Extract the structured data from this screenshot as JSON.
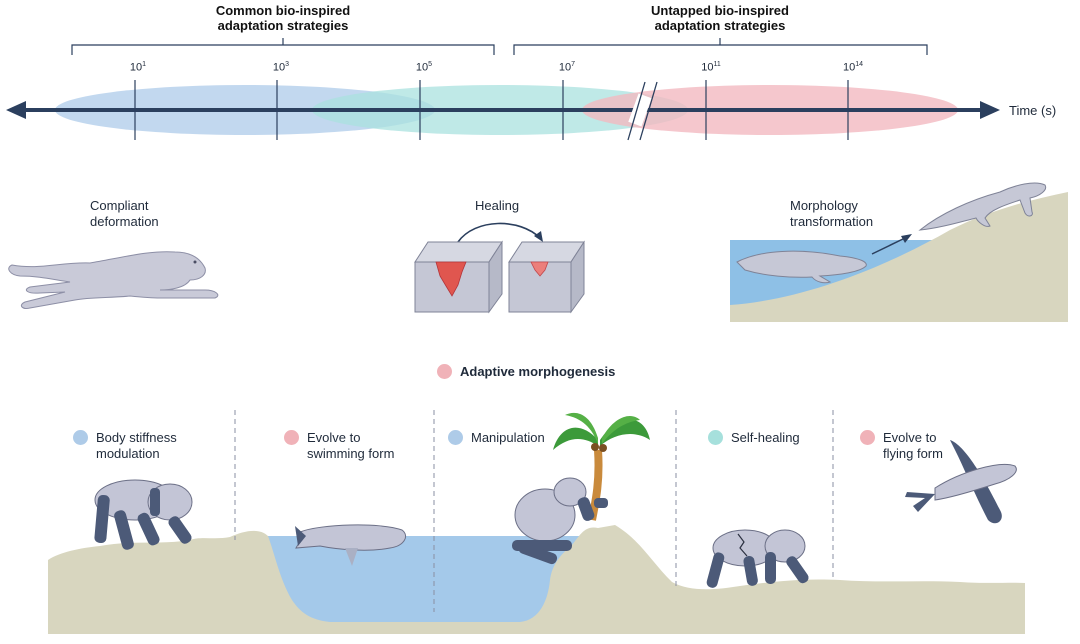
{
  "timeline": {
    "header_left_line1": "Common bio-inspired",
    "header_left_line2": "adaptation strategies",
    "header_right_line1": "Untapped bio-inspired",
    "header_right_line2": "adaptation strategies",
    "axis_label": "Time (s)",
    "ticks": [
      {
        "base": "10",
        "exp": "1"
      },
      {
        "base": "10",
        "exp": "3"
      },
      {
        "base": "10",
        "exp": "5"
      },
      {
        "base": "10",
        "exp": "7"
      },
      {
        "base": "10",
        "exp": "11"
      },
      {
        "base": "10",
        "exp": "14"
      }
    ],
    "colors": {
      "blue": "#b7d1ec",
      "teal": "#a9e2df",
      "pink": "#f3b9c1",
      "axis": "#2b3f5e"
    }
  },
  "examples": {
    "compliant_line1": "Compliant",
    "compliant_line2": "deformation",
    "healing": "Healing",
    "morph_line1": "Morphology",
    "morph_line2": "transformation"
  },
  "legend": {
    "adaptive_morphogenesis": "Adaptive morphogenesis"
  },
  "panels": [
    {
      "line1": "Body stiffness",
      "line2": "modulation",
      "color": "#aecbe8"
    },
    {
      "line1": "Evolve to",
      "line2": "swimming form",
      "color": "#f0b2b8"
    },
    {
      "line1": "Manipulation",
      "line2": "",
      "color": "#aecbe8"
    },
    {
      "line1": "Self-healing",
      "line2": "",
      "color": "#a6e0dc"
    },
    {
      "line1": "Evolve to",
      "line2": "flying form",
      "color": "#f0b2b8"
    }
  ]
}
